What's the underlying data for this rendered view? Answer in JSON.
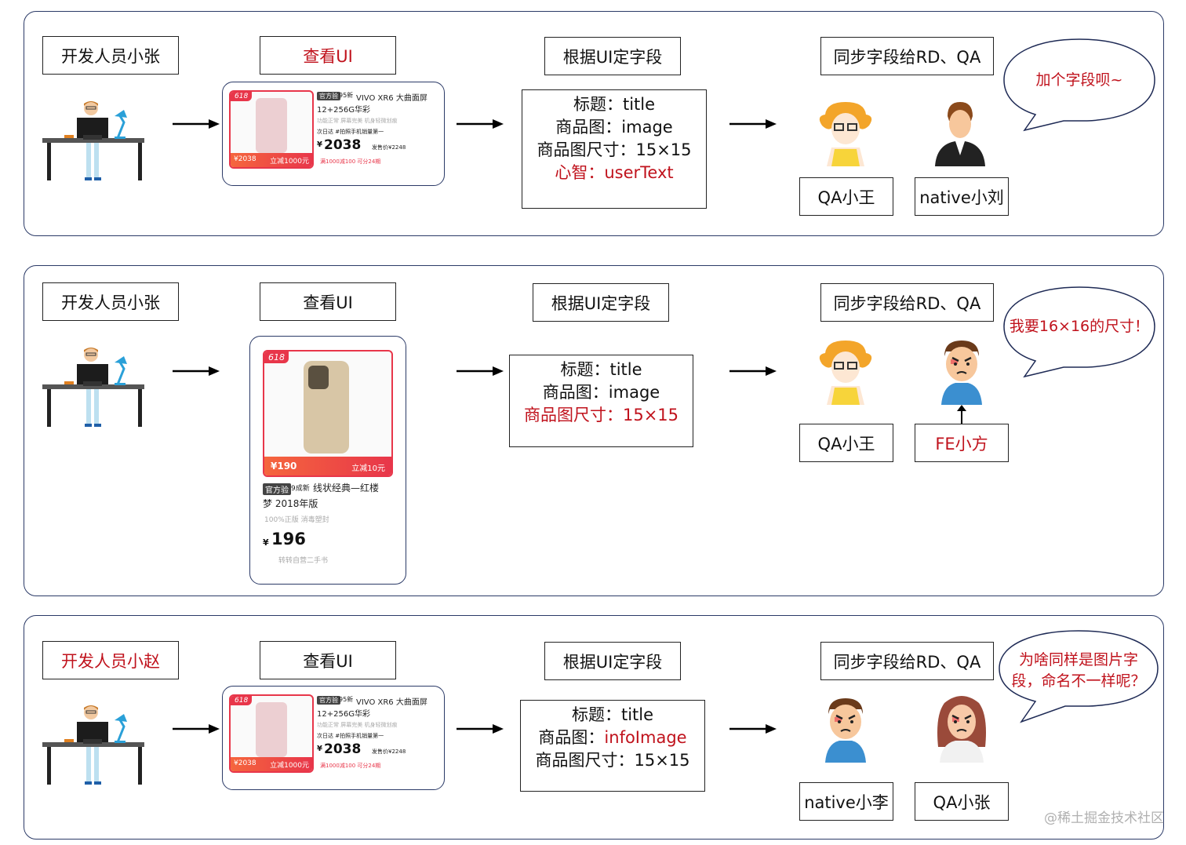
{
  "rows": [
    {
      "developer": "开发人员小张",
      "view_ui": "查看UI",
      "define_fields": "根据UI定字段",
      "sync": "同步字段给RD、QA",
      "fields": [
        "标题：title",
        "商品图：image",
        "商品图尺寸：15×15",
        "心智：userText"
      ],
      "bubble": "加个字段呗~",
      "person_a": "QA小王",
      "person_b": "native小刘"
    },
    {
      "developer": "开发人员小张",
      "view_ui": "查看UI",
      "define_fields": "根据UI定字段",
      "sync": "同步字段给RD、QA",
      "fields": [
        "标题：title",
        "商品图：image",
        "商品图尺寸：15×15"
      ],
      "bubble": "我要16×16的尺寸！",
      "person_a": "QA小王",
      "person_b": "FE小方"
    },
    {
      "developer": "开发人员小赵",
      "view_ui": "查看UI",
      "define_fields": "根据UI定字段",
      "sync": "同步字段给RD、QA",
      "fields": [
        "标题：title",
        "商品图：infoImage",
        "商品图尺寸：15×15"
      ],
      "bubble": "为啥同样是图片字段，命名不一样呢？",
      "person_a": "native小李",
      "person_b": "QA小张"
    }
  ],
  "phone_card": {
    "badge": "618",
    "tag": "官方验",
    "grade": "95新",
    "title_line1": "VIVO XR6 大曲面屏",
    "title_line2": "12+256G华彩",
    "chips": "功能正常  屏幕完美  机身轻微划痕",
    "delivery": "次日达 #拍照手机销量第一",
    "price_symbol": "¥",
    "price": "2038",
    "orig_price": "发售价¥2248",
    "promo": "满1000减100  可分24期",
    "strip_price": "¥2038",
    "strip_off": "立减1000元"
  },
  "book_card": {
    "badge": "618",
    "strip_price": "¥190",
    "strip_off": "立减10元",
    "tag": "官方验",
    "grade": "9成新",
    "title_line1": "线状经典—红楼",
    "title_line2": "梦  2018年版",
    "chips": "100%正版  消毒塑封",
    "price_symbol": "¥",
    "price": "196",
    "seller": "转转自营二手书"
  },
  "watermark": "@稀土掘金技术社区",
  "colors": {
    "highlight_red": "#c0121c",
    "panel_border": "#2b3a67",
    "card_red": "#e8364a"
  }
}
